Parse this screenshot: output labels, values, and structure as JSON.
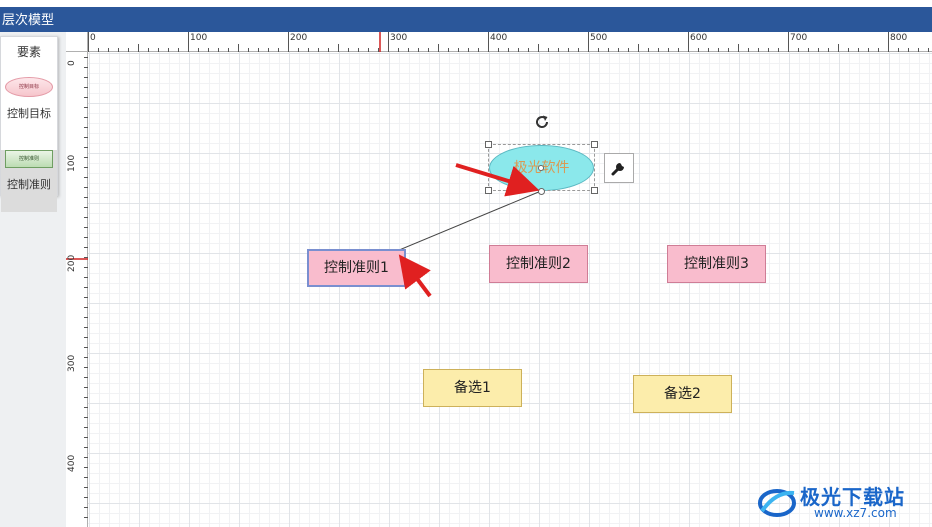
{
  "window": {
    "title": "层次模型"
  },
  "palette": {
    "header": "要素",
    "items": [
      {
        "preview_text": "控制目标",
        "label": "控制目标"
      },
      {
        "preview_text": "控制准则",
        "label": "控制准则"
      }
    ]
  },
  "ruler": {
    "top_labels": [
      "0",
      "100",
      "200",
      "300",
      "400",
      "500",
      "600",
      "700",
      "800"
    ],
    "left_labels": [
      "0",
      "100",
      "200",
      "300",
      "400"
    ]
  },
  "canvas": {
    "goal_node": {
      "label": "极光软件"
    },
    "rule_nodes": [
      {
        "label": "控制准则1"
      },
      {
        "label": "控制准则2"
      },
      {
        "label": "控制准则3"
      }
    ],
    "alt_nodes": [
      {
        "label": "备选1"
      },
      {
        "label": "备选2"
      }
    ]
  },
  "watermark": {
    "name": "极光下载站",
    "url": "www.xz7.com"
  },
  "colors": {
    "titlebar": "#2b579a",
    "rule_fill": "#f9bccd",
    "alt_fill": "#fcedab",
    "goal_fill": "#8be8eb",
    "arrow": "#e02020",
    "accent_ruler_marker": "#d02020"
  },
  "icons": {
    "rotate": "rotate-icon",
    "wrench": "wrench-icon",
    "watermark_logo": "logo-icon"
  }
}
